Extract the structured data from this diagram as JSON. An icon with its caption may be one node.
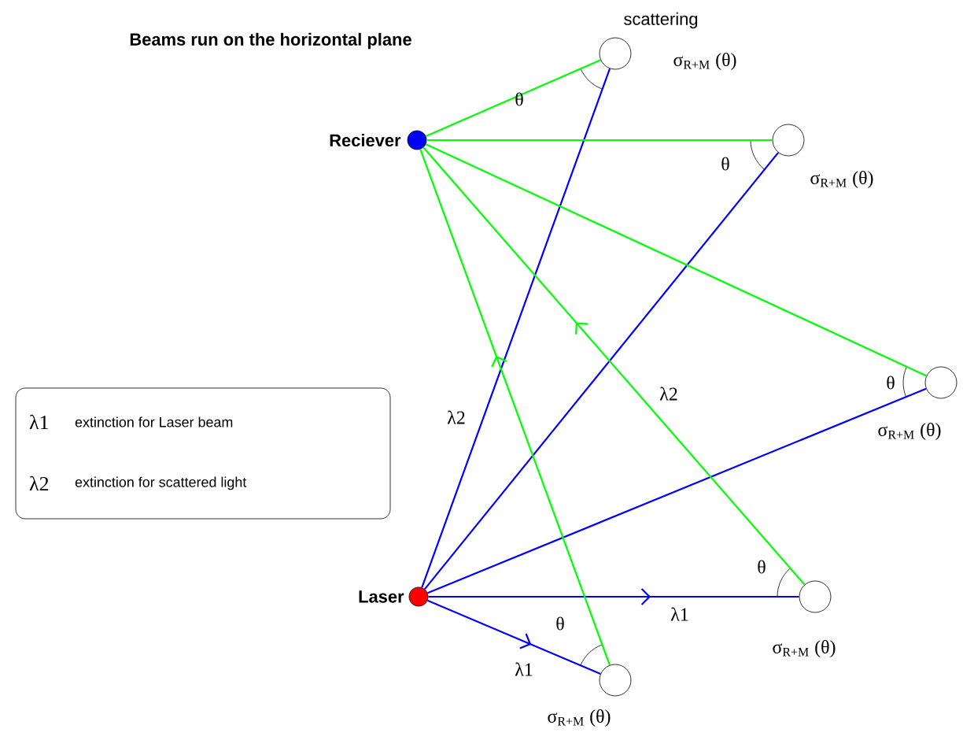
{
  "diagram": {
    "title": "Beams run on the horizontal plane",
    "nodes": [
      {
        "text": [],
        "shape": "circle",
        "beside": [
          "scattering",
          "σ$_{R+M}$ (θ)"
        ]
      },
      {
        "text": [],
        "shape": "circle",
        "beside": [
          "Reciever"
        ]
      },
      {
        "text": [],
        "shape": "circle",
        "beside": [
          "σ$_{R+M}$ (θ)"
        ]
      },
      {
        "text": [],
        "shape": "circle",
        "beside": [
          "σ$_{R+M}$ (θ)"
        ]
      },
      {
        "text": [
          "λ1",
          "extinction for Laser beam",
          "λ2",
          "extinction for scattered light"
        ]
      },
      {
        "text": [],
        "shape": "circle",
        "beside": [
          "Laser"
        ]
      },
      {
        "text": [],
        "shape": "circle",
        "beside": [
          "σ$_{R+M}$ (θ)"
        ]
      },
      {
        "text": [],
        "shape": "circle",
        "beside": [
          "σ$_{R+M}$ (θ)"
        ]
      }
    ],
    "edges": [
      {
        "from": 5,
        "to": 0,
        "arrow": "none",
        "color": "#0000ff"
      },
      {
        "from": 5,
        "to": 2,
        "arrow": "none",
        "color": "#0000ff"
      },
      {
        "from": 5,
        "to": 3,
        "arrow": "none",
        "color": "#0000ff"
      },
      {
        "from": 5,
        "to": 6,
        "arrow": "to",
        "color": "#0000ff"
      },
      {
        "from": 5,
        "to": 7,
        "arrow": "to",
        "color": "#0000ff"
      },
      {
        "from": 0,
        "to": 1,
        "arrow": "none",
        "color": "#00ff00"
      },
      {
        "from": 2,
        "to": 1,
        "arrow": "none",
        "color": "#00ff00"
      },
      {
        "from": 3,
        "to": 1,
        "arrow": "none",
        "color": "#00ff00"
      },
      {
        "from": 6,
        "to": 1,
        "arrow": "to",
        "color": "#00ff00"
      },
      {
        "from": 7,
        "to": 1,
        "arrow": "to",
        "color": "#00ff00"
      }
    ],
    "labels": [
      "θ",
      "θ",
      "θ",
      "λ2",
      "λ2",
      "θ",
      "λ1",
      "θ",
      "λ1"
    ]
  }
}
